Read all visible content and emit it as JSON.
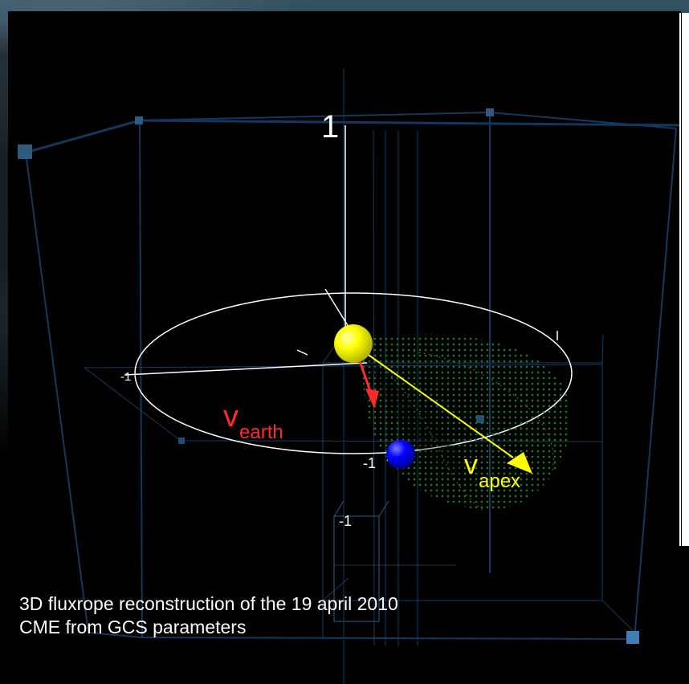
{
  "labels": {
    "v_earth_main": "v",
    "v_earth_sub": "earth",
    "v_apex_main": "v",
    "v_apex_sub": "apex",
    "axis_top": "1",
    "axis_bottom": "-1",
    "axis_mid": "-1",
    "ring_marker": "-1"
  },
  "caption": {
    "line1": "3D fluxrope reconstruction of the 19 april 2010",
    "line2": "CME from GCS parameters"
  },
  "colors": {
    "earth_vector": "#ff2a2a",
    "apex_vector": "#ffff00",
    "sun": "#ffff00",
    "earth": "#0000ff",
    "fluxrope_points": "#1e7f1e",
    "box_lines": "#14375e",
    "ring": "#ffffff"
  },
  "icons": {
    "sun": "sun-sphere",
    "earth": "earth-sphere"
  }
}
